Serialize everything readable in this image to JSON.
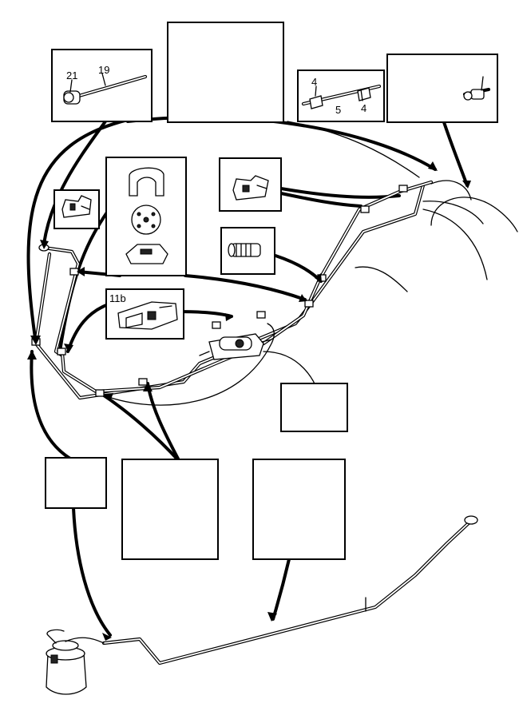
{
  "diagram": {
    "callouts": {
      "pipe_number": "21",
      "pipe_line": "19",
      "clip_upper": "4",
      "clip_middle": "5",
      "clip_right": "4",
      "bracket_label": "11b"
    },
    "colors": {
      "ink": "#000000",
      "paper": "#ffffff"
    }
  }
}
